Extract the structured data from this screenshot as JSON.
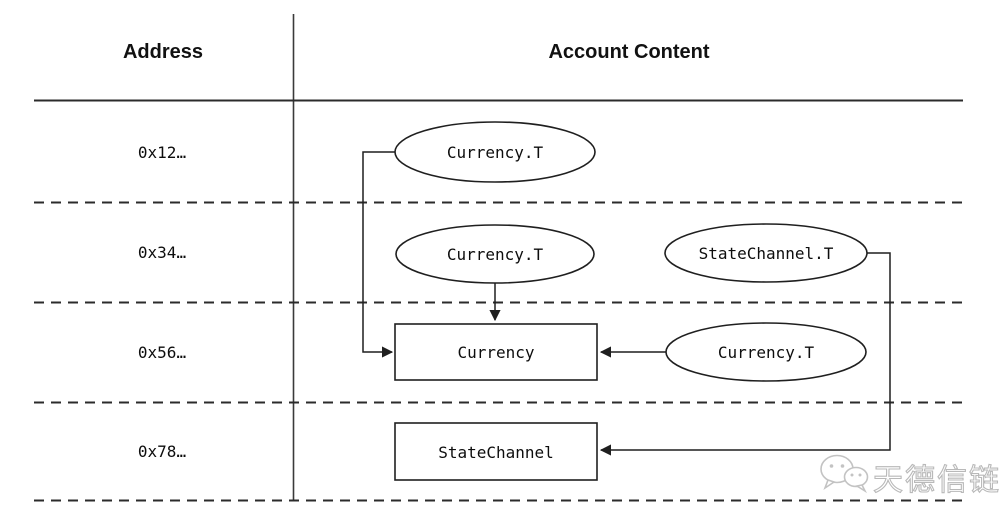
{
  "headers": {
    "address": "Address",
    "content": "Account Content"
  },
  "rows": [
    {
      "address": "0x12…"
    },
    {
      "address": "0x34…"
    },
    {
      "address": "0x56…"
    },
    {
      "address": "0x78…"
    }
  ],
  "nodes": {
    "currency_t_row1": {
      "label": "Currency.T",
      "shape": "ellipse",
      "row": "0x12…"
    },
    "currency_t_row2": {
      "label": "Currency.T",
      "shape": "ellipse",
      "row": "0x34…"
    },
    "statechannel_t_row2": {
      "label": "StateChannel.T",
      "shape": "ellipse",
      "row": "0x34…"
    },
    "currency_t_row3": {
      "label": "Currency.T",
      "shape": "ellipse",
      "row": "0x56…"
    },
    "currency_box": {
      "label": "Currency",
      "shape": "rect",
      "row": "0x56…"
    },
    "statechannel_box": {
      "label": "StateChannel",
      "shape": "rect",
      "row": "0x78…"
    }
  },
  "edges": [
    {
      "from": "currency_t_row1",
      "to": "currency_box",
      "route": "left-elbow"
    },
    {
      "from": "currency_t_row2",
      "to": "currency_box",
      "route": "straight-down"
    },
    {
      "from": "currency_t_row3",
      "to": "currency_box",
      "route": "straight-left"
    },
    {
      "from": "statechannel_t_row2",
      "to": "statechannel_box",
      "route": "right-elbow"
    }
  ],
  "watermark": {
    "text": "天德信链",
    "icon": "wechat-logo"
  },
  "colors": {
    "background": "#ffffff",
    "line": "#2b2b2b",
    "text": "#111111",
    "watermark": "#bfbfbf"
  }
}
